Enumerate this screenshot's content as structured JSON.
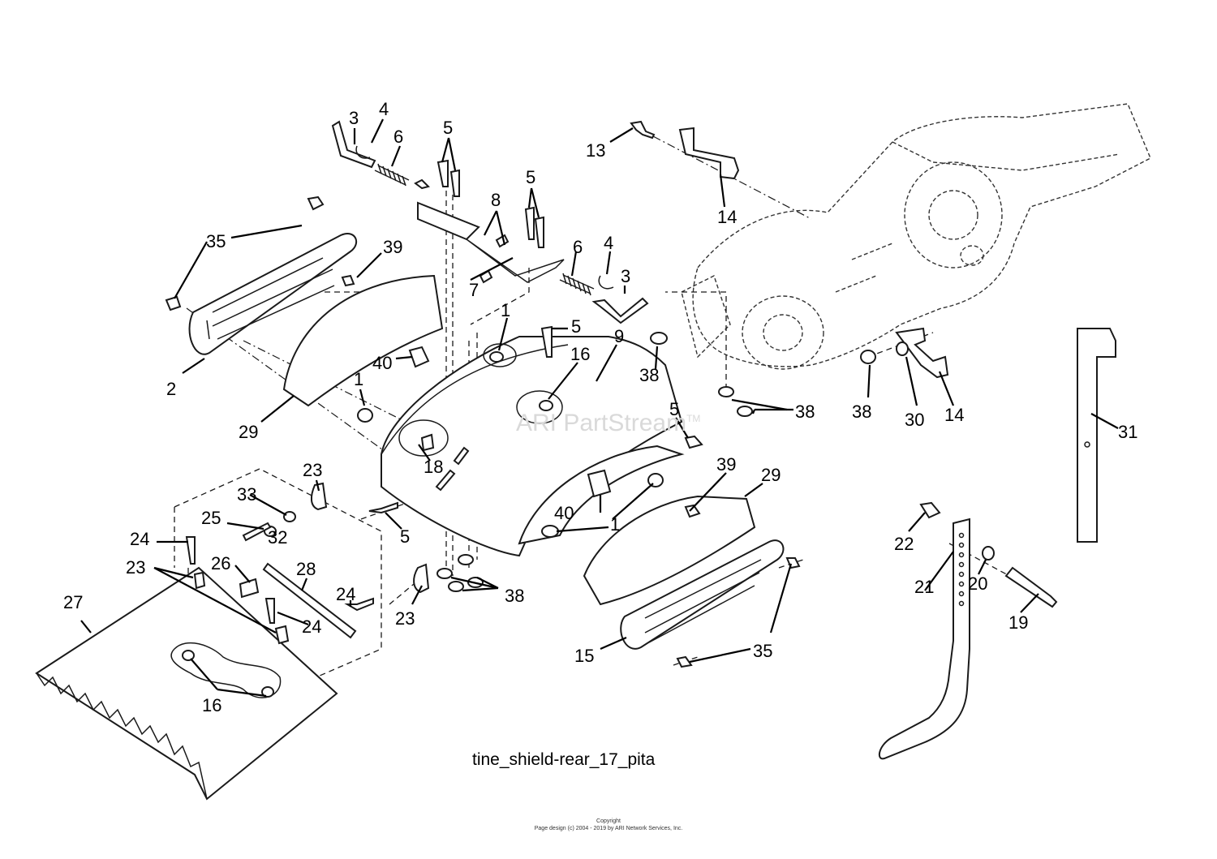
{
  "diagram": {
    "caption": "tine_shield-rear_17_pita",
    "watermark": "ARI PartStream",
    "watermark_tm": "TM",
    "copyright_line1": "Copyright",
    "copyright_line2": "Page design (c) 2004 - 2019 by ARI Network Services, Inc."
  },
  "callouts": [
    {
      "id": "c3a",
      "label": "3"
    },
    {
      "id": "c4a",
      "label": "4"
    },
    {
      "id": "c6a",
      "label": "6"
    },
    {
      "id": "c5a",
      "label": "5"
    },
    {
      "id": "c8",
      "label": "8"
    },
    {
      "id": "c5b",
      "label": "5"
    },
    {
      "id": "c13",
      "label": "13"
    },
    {
      "id": "c14a",
      "label": "14"
    },
    {
      "id": "c35a",
      "label": "35"
    },
    {
      "id": "c39a",
      "label": "39"
    },
    {
      "id": "c6b",
      "label": "6"
    },
    {
      "id": "c4b",
      "label": "4"
    },
    {
      "id": "c3b",
      "label": "3"
    },
    {
      "id": "c7",
      "label": "7"
    },
    {
      "id": "c1a",
      "label": "1"
    },
    {
      "id": "c5c",
      "label": "5"
    },
    {
      "id": "c16a",
      "label": "16"
    },
    {
      "id": "c9",
      "label": "9"
    },
    {
      "id": "c38a",
      "label": "38"
    },
    {
      "id": "c2",
      "label": "2"
    },
    {
      "id": "c40a",
      "label": "40"
    },
    {
      "id": "c1b",
      "label": "1"
    },
    {
      "id": "c29a",
      "label": "29"
    },
    {
      "id": "c38b",
      "label": "38"
    },
    {
      "id": "c38c",
      "label": "38"
    },
    {
      "id": "c30",
      "label": "30"
    },
    {
      "id": "c14b",
      "label": "14"
    },
    {
      "id": "c31",
      "label": "31"
    },
    {
      "id": "c5d",
      "label": "5"
    },
    {
      "id": "c18",
      "label": "18"
    },
    {
      "id": "c23a",
      "label": "23"
    },
    {
      "id": "c39b",
      "label": "39"
    },
    {
      "id": "c29b",
      "label": "29"
    },
    {
      "id": "c33",
      "label": "33"
    },
    {
      "id": "c25",
      "label": "25"
    },
    {
      "id": "c32",
      "label": "32"
    },
    {
      "id": "c40b",
      "label": "40"
    },
    {
      "id": "c1c",
      "label": "1"
    },
    {
      "id": "c5e",
      "label": "5"
    },
    {
      "id": "c24a",
      "label": "24"
    },
    {
      "id": "c22",
      "label": "22"
    },
    {
      "id": "c26",
      "label": "26"
    },
    {
      "id": "c28",
      "label": "28"
    },
    {
      "id": "c23b",
      "label": "23"
    },
    {
      "id": "c21",
      "label": "21"
    },
    {
      "id": "c20",
      "label": "20"
    },
    {
      "id": "c24b",
      "label": "24"
    },
    {
      "id": "c38d",
      "label": "38"
    },
    {
      "id": "c27",
      "label": "27"
    },
    {
      "id": "c23c",
      "label": "23"
    },
    {
      "id": "c24c",
      "label": "24"
    },
    {
      "id": "c19",
      "label": "19"
    },
    {
      "id": "c15",
      "label": "15"
    },
    {
      "id": "c35b",
      "label": "35"
    },
    {
      "id": "c16b",
      "label": "16"
    }
  ]
}
